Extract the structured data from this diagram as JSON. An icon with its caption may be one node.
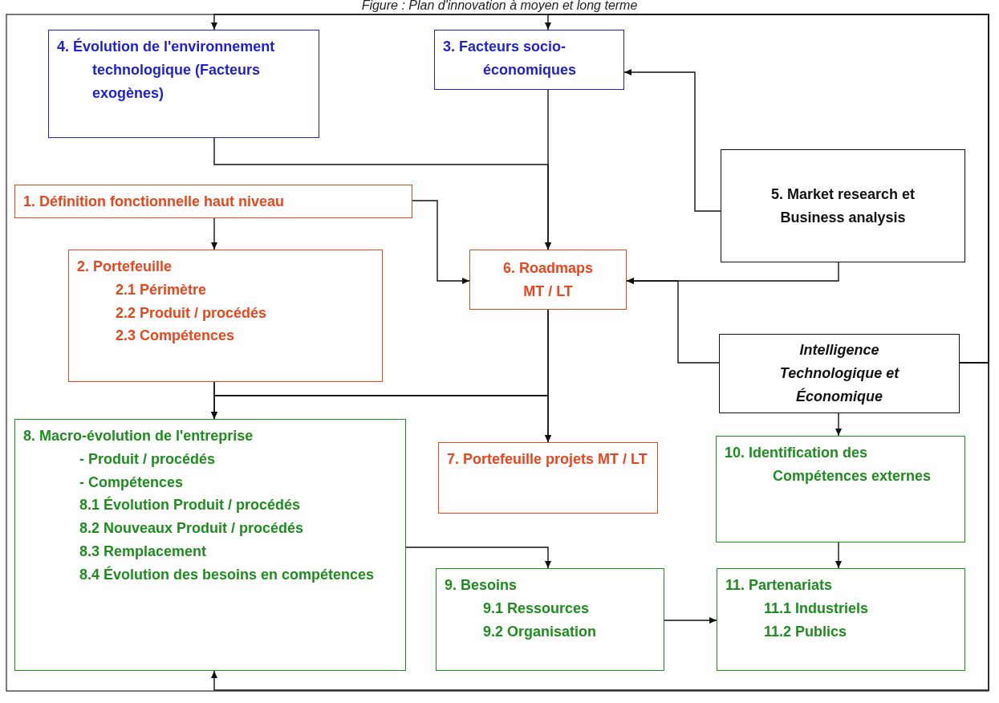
{
  "diagram": {
    "title": "Figure : Plan d'innovation à moyen et long terme",
    "nodes": [
      {
        "text": [
          "4. Évolution de l'environnement technologique (Facteurs exogènes)"
        ]
      },
      {
        "text": [
          "3. Facteurs socio-économiques"
        ]
      },
      {
        "text": [
          "5. Market research et Business analysis"
        ]
      },
      {
        "text": [
          "1. Définition fonctionnelle haut niveau"
        ]
      },
      {
        "text": [
          "2. Portefeuille",
          "2.1 Périmètre",
          "2.2 Produit / procédés",
          "2.3 Compétences"
        ]
      },
      {
        "text": [
          "6. Roadmaps MT / LT"
        ]
      },
      {
        "text": [
          "Intelligence Technologique et Économique"
        ]
      },
      {
        "text": [
          "8. Macro-évolution de l'entreprise",
          "- Produit / procédés",
          "- Compétences",
          "8.1 Évolution Produit / procédés",
          "8.2 Nouveaux Produit / procédés",
          "8.3 Remplacement",
          "8.4 Évolution des besoins en compétences"
        ]
      },
      {
        "text": [
          "7. Portefeuille projets MT / LT"
        ]
      },
      {
        "text": [
          "10. Identification des Compétences externes"
        ]
      },
      {
        "text": [
          "9. Besoins",
          "9.1 Ressources",
          "9.2 Organisation"
        ]
      },
      {
        "text": [
          "11. Partenariats",
          "11.1 Industriels",
          "11.2 Publics"
        ]
      }
    ],
    "edges": [
      {
        "from": 6,
        "to": 0,
        "arrow": "to"
      },
      {
        "from": 6,
        "to": 1,
        "arrow": "to"
      },
      {
        "from": 6,
        "to": 7,
        "arrow": "to"
      },
      {
        "from": 2,
        "to": 1,
        "arrow": "to"
      },
      {
        "from": 2,
        "to": 5,
        "arrow": "to"
      },
      {
        "from": 6,
        "to": 5,
        "arrow": "to"
      },
      {
        "from": 0,
        "to": 5,
        "arrow": "to"
      },
      {
        "from": 1,
        "to": 5,
        "arrow": "to"
      },
      {
        "from": 3,
        "to": 4,
        "arrow": "to"
      },
      {
        "from": 3,
        "to": 5,
        "arrow": "to"
      },
      {
        "from": 4,
        "to": 7,
        "arrow": "to"
      },
      {
        "from": 4,
        "to": 8,
        "arrow": "to"
      },
      {
        "from": 5,
        "to": 8,
        "arrow": "to"
      },
      {
        "from": 5,
        "to": 7,
        "arrow": "to"
      },
      {
        "from": 6,
        "to": 9,
        "arrow": "to"
      },
      {
        "from": 9,
        "to": 11,
        "arrow": "to"
      },
      {
        "from": 7,
        "to": 10,
        "arrow": "to"
      },
      {
        "from": 10,
        "to": 11,
        "arrow": "to"
      }
    ]
  }
}
